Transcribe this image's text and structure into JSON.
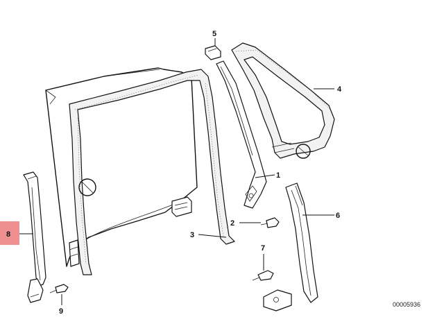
{
  "callouts": {
    "c1": "1",
    "c2": "2",
    "c3": "3",
    "c4": "4",
    "c5": "5",
    "c6": "6",
    "c7": "7",
    "c8": "8",
    "c9": "9"
  },
  "highlighted_callout": "8",
  "highlight_color": "#ee9090",
  "diagram_number": "00005936"
}
